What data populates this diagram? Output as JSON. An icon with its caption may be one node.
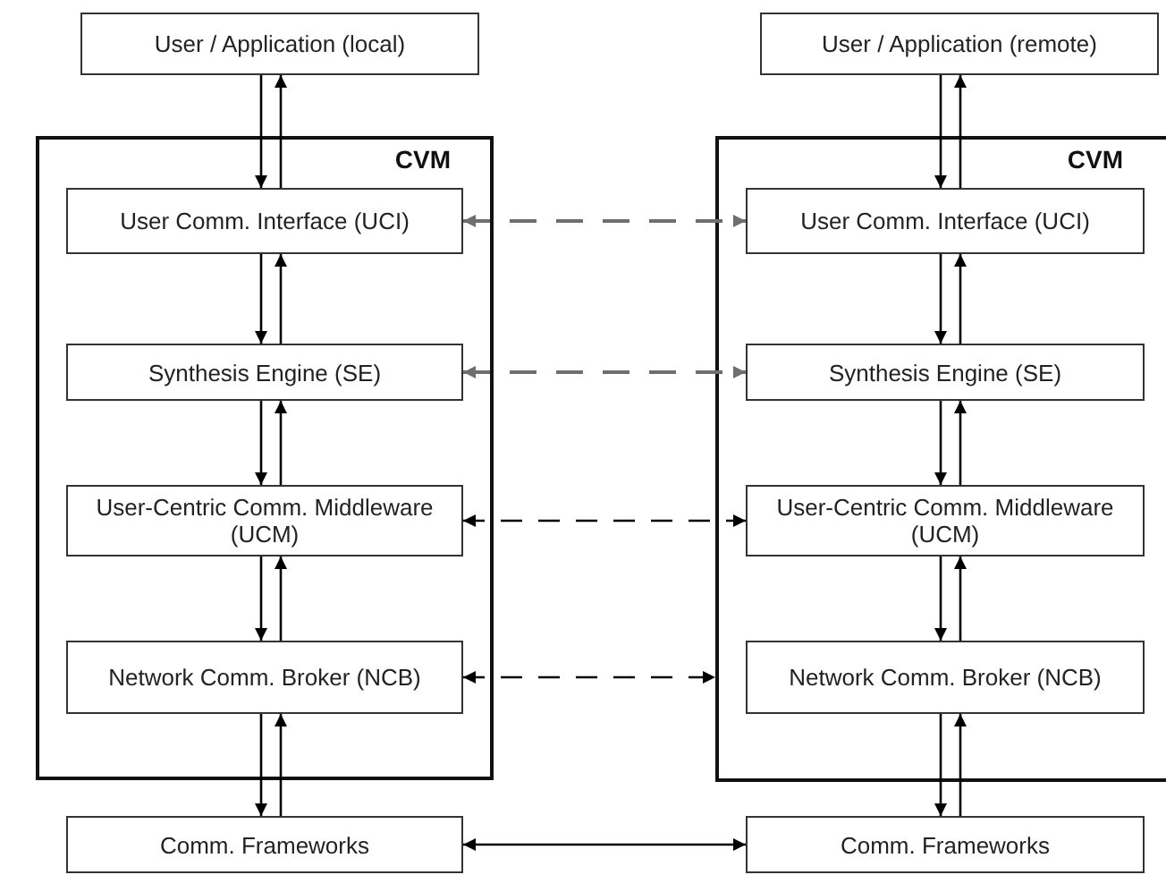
{
  "diagram": {
    "nodes": [
      {
        "text": [
          "User / Application (local)"
        ]
      },
      {
        "text": [
          "CVM"
        ]
      },
      {
        "text": [
          "User Comm. Interface (UCI)"
        ],
        "in": 1
      },
      {
        "text": [
          "Synthesis Engine (SE)"
        ],
        "in": 1
      },
      {
        "text": [
          "User-Centric Comm. Middleware (UCM)"
        ],
        "in": 1
      },
      {
        "text": [
          "Network Comm. Broker (NCB)"
        ],
        "in": 1
      },
      {
        "text": [
          "Comm. Frameworks"
        ]
      },
      {
        "text": [
          "User / Application (remote)"
        ]
      },
      {
        "text": [
          "CVM"
        ]
      },
      {
        "text": [
          "User Comm. Interface (UCI)"
        ],
        "in": 8
      },
      {
        "text": [
          "Synthesis Engine (SE)"
        ],
        "in": 8
      },
      {
        "text": [
          "User-Centric Comm. Middleware (UCM)"
        ],
        "in": 8
      },
      {
        "text": [
          "Network Comm. Broker (NCB)"
        ],
        "in": 8
      },
      {
        "text": [
          "Comm. Frameworks"
        ]
      }
    ],
    "edges": [
      {
        "from": 0,
        "to": 2,
        "arrow": "to"
      },
      {
        "from": 2,
        "to": 0,
        "arrow": "to"
      },
      {
        "from": 2,
        "to": 3,
        "arrow": "to"
      },
      {
        "from": 3,
        "to": 2,
        "arrow": "to"
      },
      {
        "from": 3,
        "to": 4,
        "arrow": "to"
      },
      {
        "from": 4,
        "to": 3,
        "arrow": "to"
      },
      {
        "from": 4,
        "to": 5,
        "arrow": "to"
      },
      {
        "from": 5,
        "to": 4,
        "arrow": "to"
      },
      {
        "from": 5,
        "to": 6,
        "arrow": "to"
      },
      {
        "from": 6,
        "to": 5,
        "arrow": "to"
      },
      {
        "from": 7,
        "to": 9,
        "arrow": "to"
      },
      {
        "from": 9,
        "to": 7,
        "arrow": "to"
      },
      {
        "from": 9,
        "to": 10,
        "arrow": "to"
      },
      {
        "from": 10,
        "to": 9,
        "arrow": "to"
      },
      {
        "from": 10,
        "to": 11,
        "arrow": "to"
      },
      {
        "from": 11,
        "to": 10,
        "arrow": "to"
      },
      {
        "from": 11,
        "to": 12,
        "arrow": "to"
      },
      {
        "from": 12,
        "to": 11,
        "arrow": "to"
      },
      {
        "from": 12,
        "to": 13,
        "arrow": "to"
      },
      {
        "from": 13,
        "to": 12,
        "arrow": "to"
      },
      {
        "from": 2,
        "to": 9,
        "arrow": "both",
        "style": "dashed",
        "color": "#6e6e6e"
      },
      {
        "from": 3,
        "to": 10,
        "arrow": "both",
        "style": "dashed",
        "color": "#6e6e6e"
      },
      {
        "from": 4,
        "to": 11,
        "arrow": "both",
        "style": "dashed"
      },
      {
        "from": 5,
        "to": 8,
        "arrow": "both",
        "style": "dashed"
      },
      {
        "from": 6,
        "to": 13,
        "arrow": "both"
      }
    ]
  }
}
